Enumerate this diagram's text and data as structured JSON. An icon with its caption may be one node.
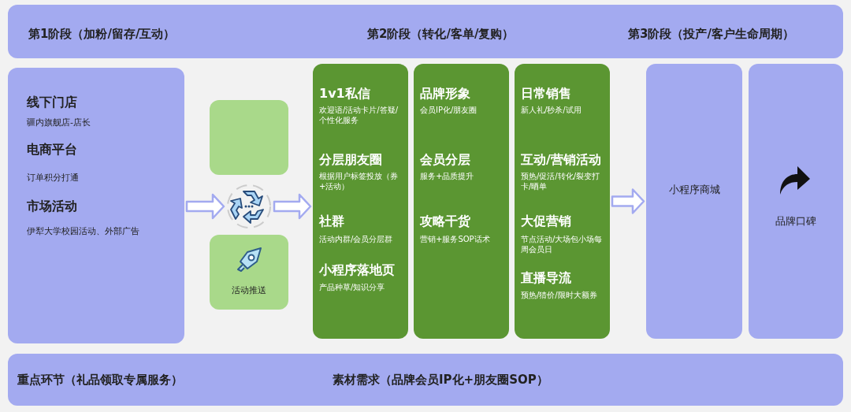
{
  "diagram": {
    "nodes": [
      {
        "text": [
          "第1阶段（加粉/留存/互动）",
          "第2阶段（转化/客单/复购）",
          "第3阶段（投产/客户生命周期）"
        ]
      },
      {
        "text": [
          "线下门店",
          "疆内旗舰店-店长",
          "电商平台",
          "订单积分打通",
          "市场活动",
          "伊犁大学校园活动、外部广告"
        ]
      },
      {
        "text": [],
        "shape": "box"
      },
      {
        "text": [],
        "shape": "circle"
      },
      {
        "text": [
          "活动推送"
        ]
      },
      {
        "text": [
          "1v1私信",
          "欢迎语/活动卡片/答疑/个性化服务",
          "分层朋友圈",
          "根据用户标签投放（券+活动）",
          "社群",
          "活动内群/会员分层群",
          "小程序落地页",
          "产品种草/知识分享"
        ]
      },
      {
        "text": [
          "品牌形象",
          "会员IP化/朋友圈",
          "会员分层",
          "服务+品质提升",
          "攻略干货",
          "营销+服务SOP话术"
        ]
      },
      {
        "text": [
          "日常销售",
          "新人礼/秒杀/试用",
          "互动/营销活动",
          "预热/促活/转化/裂变打卡/晒单",
          "大促营销",
          "节点活动/大场包小场每周会员日",
          "直播导流",
          "预热/猜价/限时大额券"
        ]
      },
      {
        "text": [
          "小程序商城"
        ]
      },
      {
        "text": [
          "品牌口碑"
        ]
      },
      {
        "text": [
          "重点环节（礼品领取专属服务）",
          "素材需求（品牌会员IP化+朋友圈SOP）"
        ]
      }
    ],
    "edges": [
      {
        "from": 1,
        "to": 3,
        "arrow": "to"
      },
      {
        "from": 3,
        "to": 5,
        "arrow": "to"
      },
      {
        "from": 7,
        "to": 8,
        "arrow": "to"
      }
    ]
  }
}
